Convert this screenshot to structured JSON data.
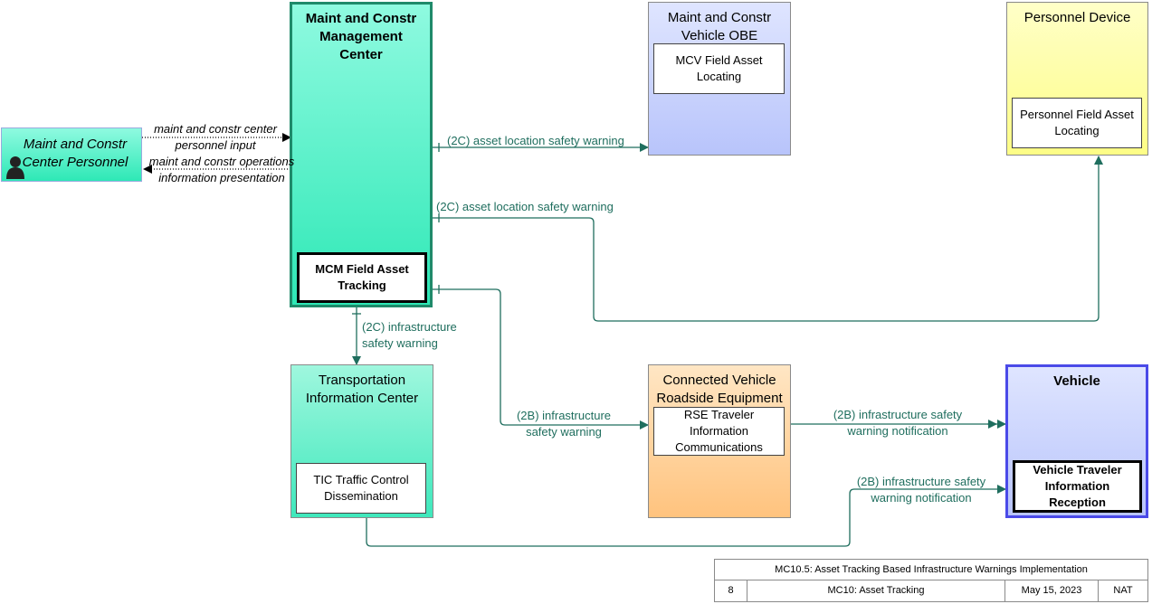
{
  "nodes": {
    "mcm": {
      "title": "Maint and Constr Management Center",
      "inner": "MCM Field Asset Tracking",
      "color": "#2ee8b6"
    },
    "mcv": {
      "title": "Maint and Constr Vehicle OBE",
      "inner": "MCV Field Asset Locating",
      "color": "#c9d4ff"
    },
    "pd": {
      "title": "Personnel Device",
      "inner": "Personnel Field Asset Locating",
      "color": "#ffffa8"
    },
    "person": {
      "title": "Maint and Constr Center Personnel",
      "color": "#2ee8b6"
    },
    "tic": {
      "title": "Transportation Information Center",
      "inner": "TIC Traffic Control Dissemination",
      "color": "#5ff0c8"
    },
    "rse": {
      "title": "Connected Vehicle Roadside Equipment",
      "inner": "RSE Traveler Information Communications",
      "color": "#ffc68a"
    },
    "veh": {
      "title": "Vehicle",
      "inner": "Vehicle Traveler Information Reception",
      "color": "#c9d4ff"
    }
  },
  "flows": {
    "f1": "maint and constr center personnel input",
    "f2": "maint and constr operations information presentation",
    "f3": "(2C) asset location safety warning",
    "f4": "(2C) asset location safety warning",
    "f5": "(2C) infrastructure safety warning",
    "f6": "(2B) infrastructure safety warning",
    "f7": "(2B) infrastructure safety warning notification",
    "f8": "(2B) infrastructure safety warning notification"
  },
  "footer": {
    "title": "MC10.5: Asset Tracking Based Infrastructure Warnings Implementation",
    "page": "8",
    "package": "MC10: Asset Tracking",
    "date": "May 15, 2023",
    "org": "NAT"
  },
  "colors": {
    "flow": "#1f6e5e",
    "accent_mcm": "#1f8a6a",
    "accent_vehicle": "#4a4ae8"
  }
}
